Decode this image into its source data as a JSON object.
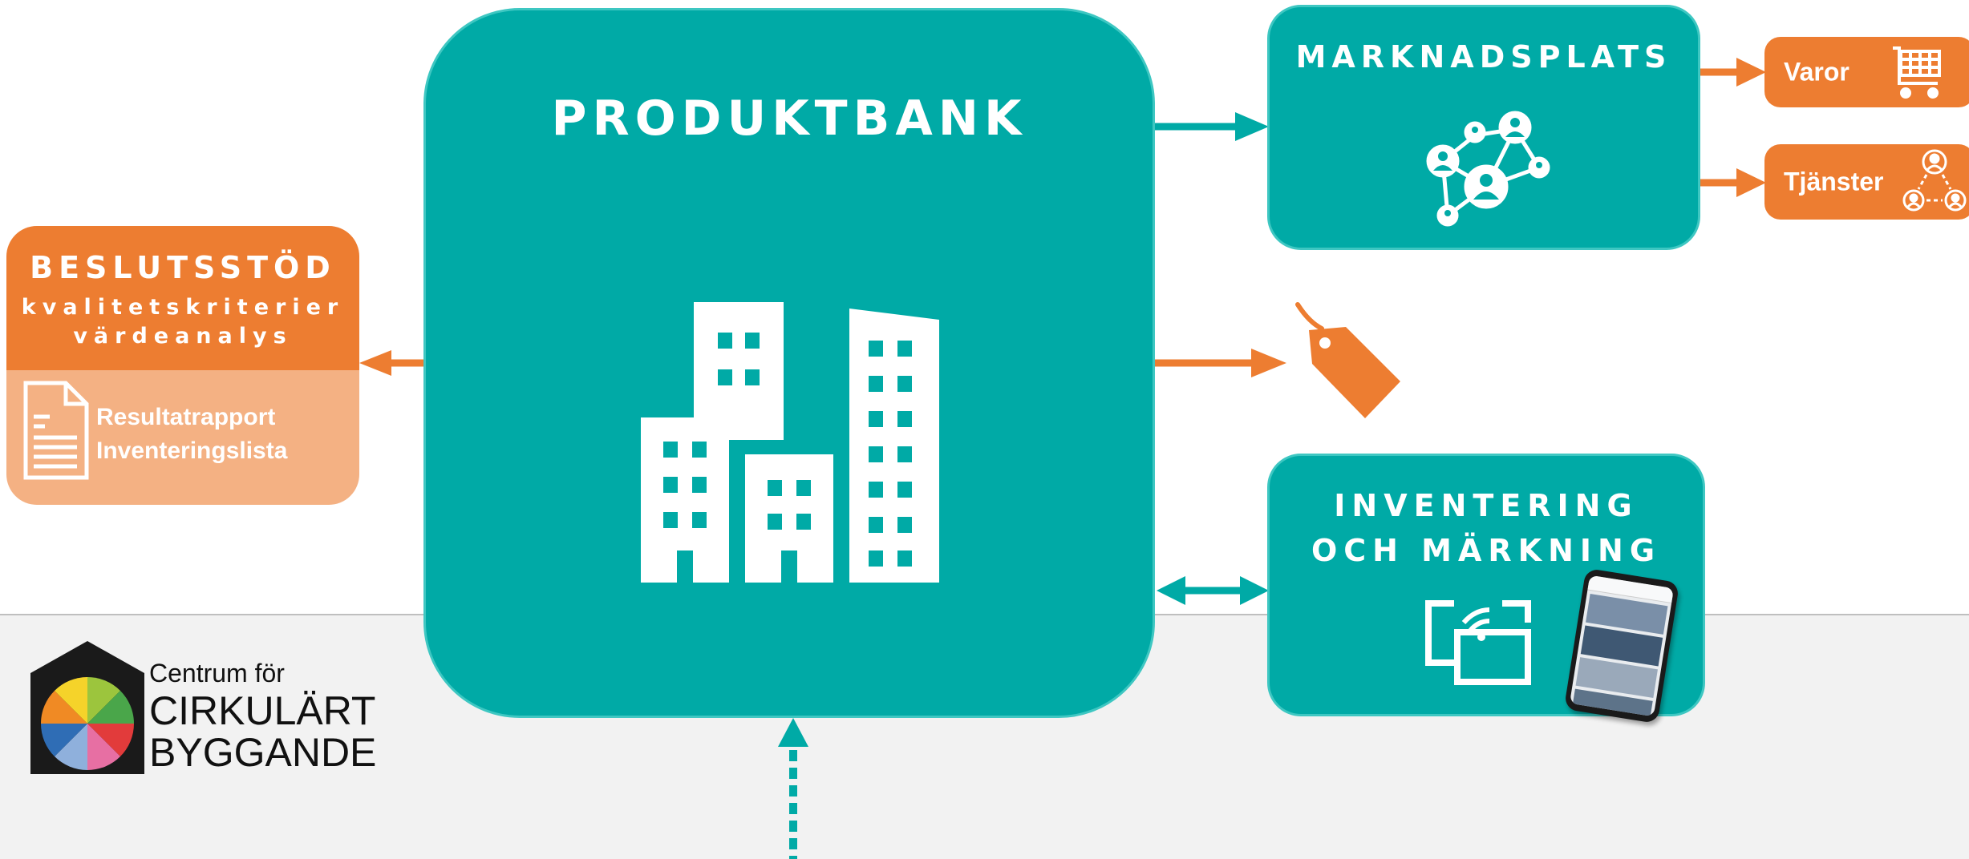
{
  "produktbank": {
    "title": "PRODUKTBANK"
  },
  "marknadsplats": {
    "title": "MARKNADSPLATS"
  },
  "varor": {
    "label": "Varor"
  },
  "tjanster": {
    "label": "Tjänster"
  },
  "beslutsstod": {
    "title": "BESLUTSSTÖD",
    "line1": "kvalitetskriterier",
    "line2": "värdeanalys",
    "result1": "Resultatrapport",
    "result2": "Inventeringslista"
  },
  "inventering": {
    "title_line1": "INVENTERING",
    "title_line2": "OCH MÄRKNING"
  },
  "logo": {
    "line1": "Centrum för",
    "line2": "CIRKULÄRT",
    "line3": "BYGGANDE"
  },
  "colors": {
    "teal": "#00aaa6",
    "orange": "#ed7d31",
    "light_orange": "#f4b183",
    "band": "#f2f2f2"
  }
}
